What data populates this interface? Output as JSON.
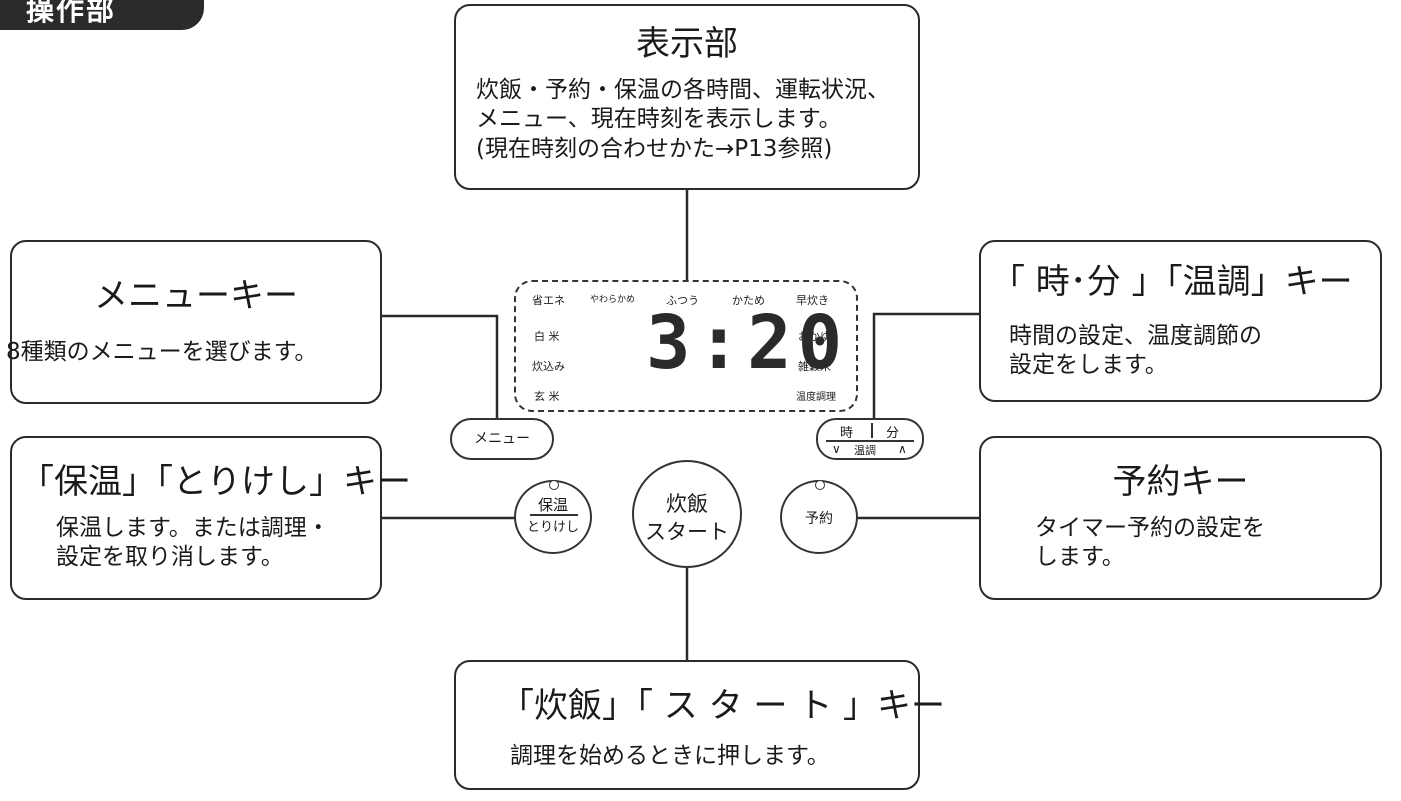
{
  "section_tab": "操作部",
  "display": {
    "title": "表示部",
    "desc": "炊飯・予約・保温の各時間、運転状況、\nメニュー、現在時刻を表示します。\n(現在時刻の合わせかた→P13参照)"
  },
  "menu_key": {
    "title": "メニューキー",
    "desc": "8種類のメニューを選びます。"
  },
  "time_key": {
    "title": "「 時･分 」「温調」キー",
    "desc": "時間の設定、温度調節の\n設定をします。"
  },
  "keep_warm_key": {
    "title": "「保温」「とりけし」キー",
    "desc": "保温します。または調理・\n設定を取り消します。"
  },
  "timer_key": {
    "title": "予約キー",
    "desc": "タイマー予約の設定を\nします。"
  },
  "start_key": {
    "title": "「炊飯」「 ス タ ー ト 」キー",
    "desc": "調理を始めるときに押します。"
  },
  "lcd": {
    "top_labels": [
      "省エネ",
      "やわらかめ",
      "ふつう",
      "かため",
      "早炊き"
    ],
    "left_labels": [
      "白 米",
      "炊込み",
      "玄 米"
    ],
    "right_labels": [
      "おかゆ",
      "雑穀米",
      "温度調理"
    ],
    "time": "3:20"
  },
  "buttons": {
    "menu": "メニュー",
    "hour": "時",
    "minute": "分",
    "temp": "温調",
    "keep_warm": "保温",
    "cancel": "とりけし",
    "start_line1": "炊飯",
    "start_line2": "スタート",
    "timer": "予約"
  }
}
